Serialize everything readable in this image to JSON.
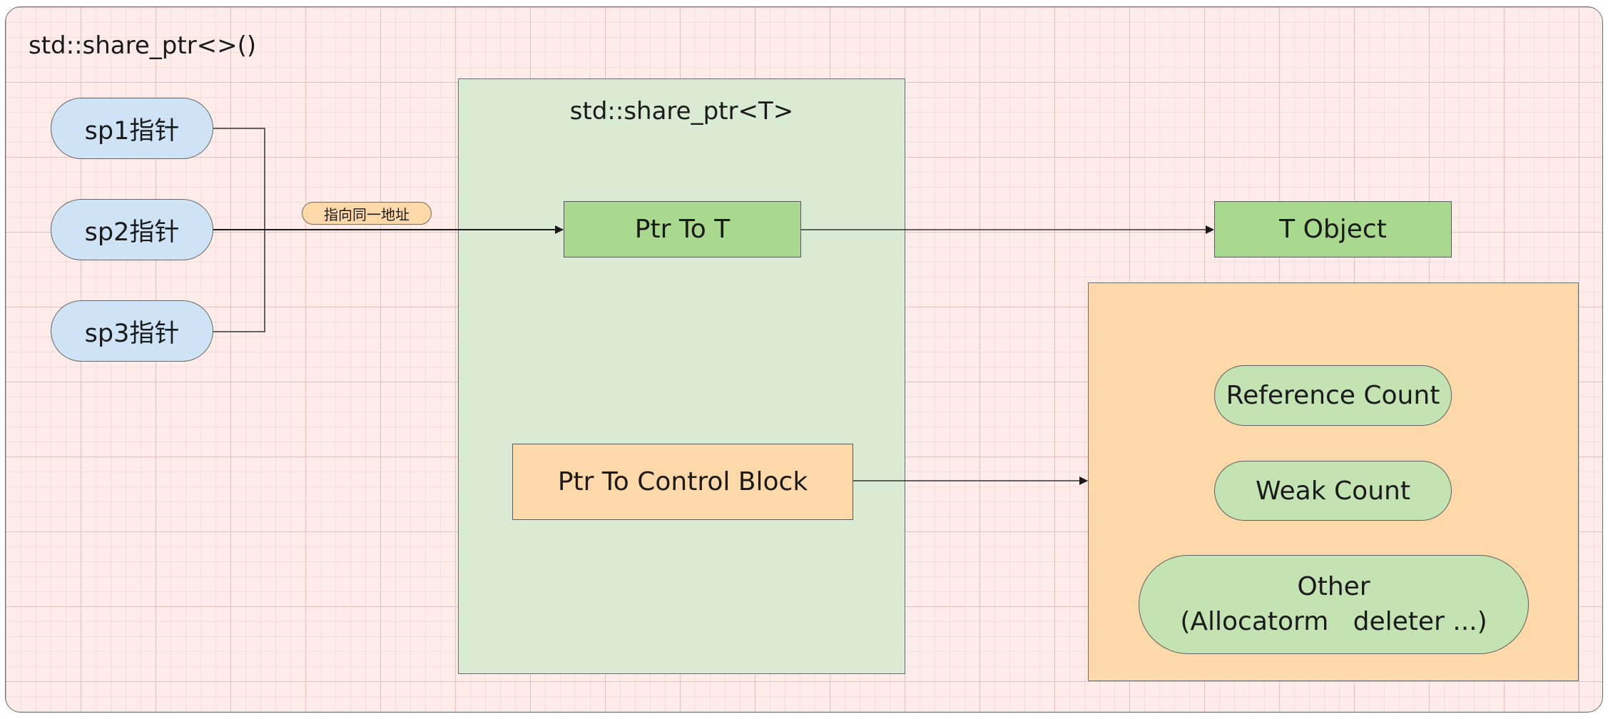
{
  "diagram": {
    "frame_title": "std::share_ptr<>()",
    "pointers": [
      {
        "label": "sp1指针"
      },
      {
        "label": "sp2指针"
      },
      {
        "label": "sp3指针"
      }
    ],
    "edge_label": "指向同一地址",
    "shared_ptr_struct": {
      "title": "std::share_ptr<T>",
      "ptr_to_t": "Ptr To T",
      "ptr_to_control_block": "Ptr To Control Block"
    },
    "t_object": "T Object",
    "control_block": {
      "reference_count": "Reference Count",
      "weak_count": "Weak Count",
      "other_line1": "Other",
      "other_line2": "(Allocatorm   deleter ...)"
    }
  },
  "colors": {
    "canvas_background": "#fdecea",
    "pointer_fill": "#cfe3f7",
    "struct_fill": "#d9ebd2",
    "green_box": "#a8d98e",
    "orange_box": "#fdd9a9",
    "green_pill": "#c4e3b2"
  }
}
